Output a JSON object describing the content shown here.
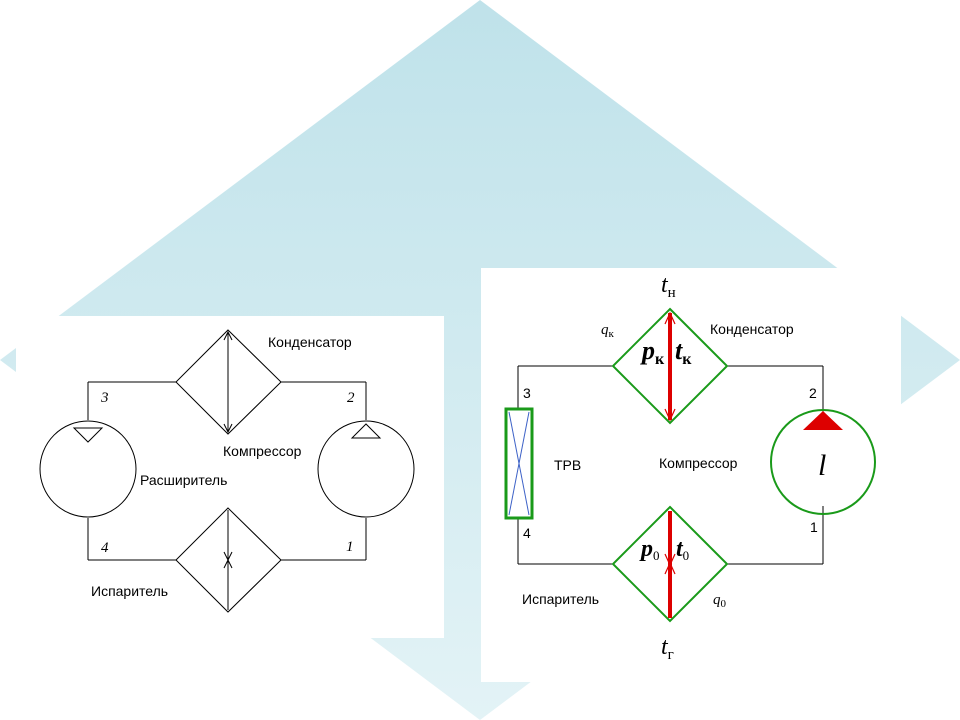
{
  "colors": {
    "background_shape": "#cde9ef",
    "line": "#000000",
    "component": "#1a9a1a",
    "arrow": "#dd0000",
    "valve_cross": "#3d62c7"
  },
  "left_diagram": {
    "condenser_label": "Конденсатор",
    "compressor_label": "Компрессор",
    "expander_label": "Расширитель",
    "evaporator_label": "Испаритель",
    "points": [
      "1",
      "2",
      "3",
      "4"
    ]
  },
  "right_diagram": {
    "condenser_label": "Конденсатор",
    "compressor_label": "Компрессор",
    "valve_label": "ТРВ",
    "evaporator_label": "Испаритель",
    "points": [
      "1",
      "2",
      "3",
      "4"
    ],
    "t_n": {
      "symbol": "t",
      "sub": "н"
    },
    "t_g": {
      "symbol": "t",
      "sub": "г"
    },
    "q_k": {
      "symbol": "q",
      "sub": "к"
    },
    "q_0": {
      "symbol": "q",
      "sub": "0"
    },
    "p_k": {
      "symbol": "p",
      "sub": "к"
    },
    "t_k": {
      "symbol": "t",
      "sub": "к"
    },
    "p_0": {
      "symbol": "p",
      "sub": "0"
    },
    "t_0": {
      "symbol": "t",
      "sub": "0"
    },
    "work": "l"
  }
}
